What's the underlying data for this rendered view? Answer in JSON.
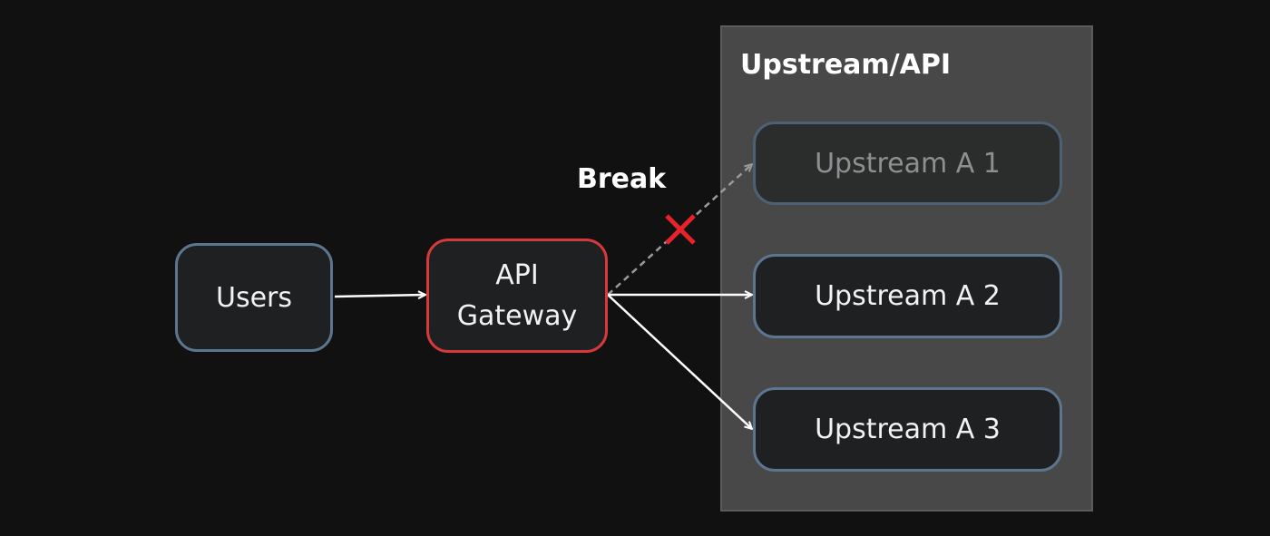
{
  "group": {
    "title": "Upstream/API"
  },
  "nodes": {
    "users": "Users",
    "gateway_line1": "API",
    "gateway_line2": "Gateway",
    "upstream_a1": "Upstream A 1",
    "upstream_a2": "Upstream A 2",
    "upstream_a3": "Upstream A 3"
  },
  "break_label": "Break",
  "colors": {
    "background": "#111111",
    "group_fill": "#474847",
    "node_fill": "#1f2021",
    "node_border": "#5d7690",
    "gateway_border": "#d6393a",
    "break_mark": "#e8222b",
    "edge": "#ffffff",
    "broken_edge": "#9a9a9a"
  },
  "edges": [
    {
      "from": "users",
      "to": "gateway",
      "style": "solid"
    },
    {
      "from": "gateway",
      "to": "upstream_a1",
      "style": "dashed",
      "broken": true
    },
    {
      "from": "gateway",
      "to": "upstream_a2",
      "style": "solid"
    },
    {
      "from": "gateway",
      "to": "upstream_a3",
      "style": "solid"
    }
  ]
}
